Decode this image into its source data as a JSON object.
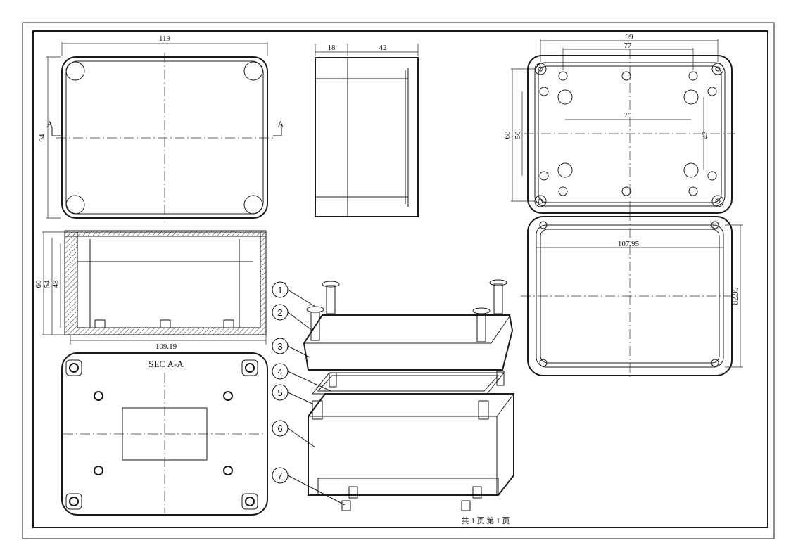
{
  "top_view": {
    "width_dim": "119",
    "height_dim": "94",
    "section_mark_left": "A",
    "section_mark_right": "A"
  },
  "side_view": {
    "dim_left": "18",
    "dim_right": "42"
  },
  "bottom_view": {
    "outer_width": "99",
    "hole_spacing": "77",
    "inner_spacing": "75",
    "outer_height": "68",
    "mid_height": "50",
    "right_height": "43"
  },
  "gasket_view": {
    "width": "107.95",
    "height": "82.95"
  },
  "section_view": {
    "height_a": "60",
    "height_b": "54",
    "height_c": "48",
    "width": "109.19"
  },
  "base_plate": {
    "label": "SEC A-A"
  },
  "exploded": {
    "balloons": [
      "1",
      "2",
      "3",
      "4",
      "5",
      "6",
      "7"
    ]
  },
  "title_block": {
    "page_text": "共 1 页  第 1 页"
  }
}
